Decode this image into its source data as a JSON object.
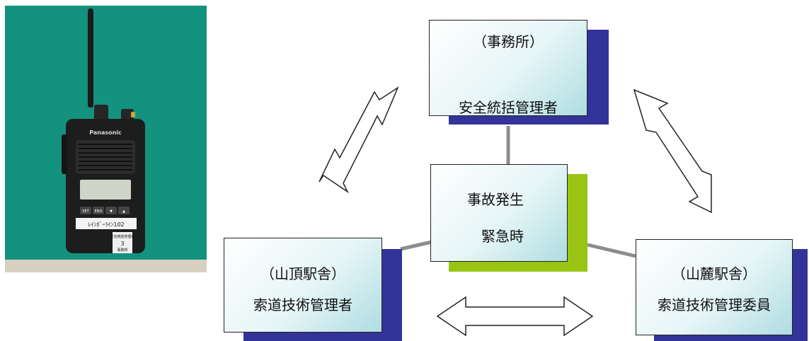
{
  "photo": {
    "brand": "Panasonic",
    "keys": [
      "SET",
      "END",
      "▼",
      "▲"
    ],
    "label": "ﾚｲﾝﾎﾞｰﾗｲﾝ102",
    "tag_top": "安全統括管理者",
    "tag_number": "3",
    "tag_bottom": "事務所"
  },
  "diagram": {
    "office": {
      "line1": "（事務所）",
      "line2": "安全統括管理者"
    },
    "center": {
      "line1": "事故発生",
      "line2": "緊急時"
    },
    "summit": {
      "line1": "（山頂駅舎）",
      "line2": "索道技術管理者"
    },
    "base": {
      "line1": "（山麓駅舎）",
      "line2": "索道技術管理委員"
    }
  },
  "colors": {
    "box_shadow_navy": "#33339a",
    "center_shadow_green": "#99c414",
    "connector_gray": "#8c8c8c",
    "photo_background": "#12927f"
  }
}
